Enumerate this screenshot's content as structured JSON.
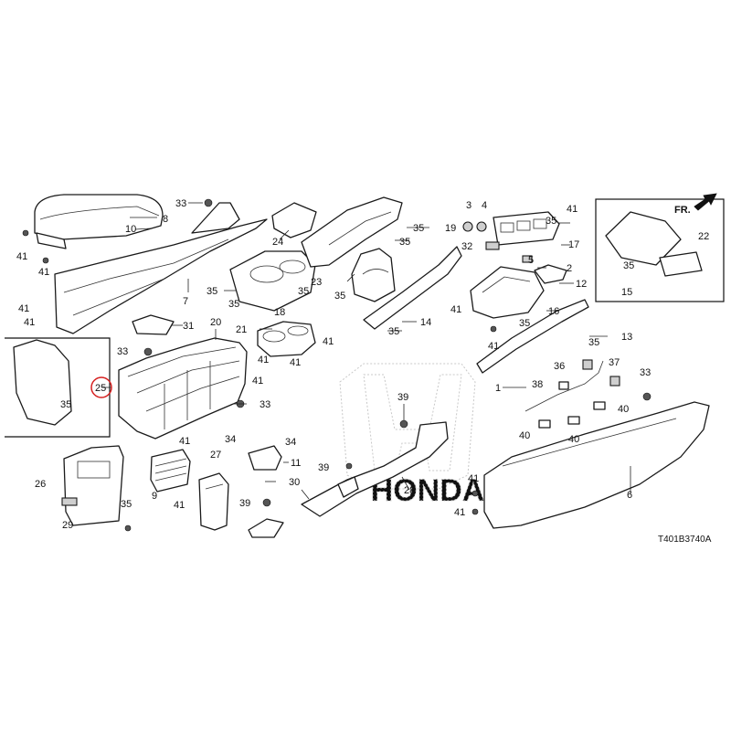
{
  "diagram_code": "T401B3740A",
  "front_arrow_label": "FR.",
  "highlight_color": "#d62020",
  "watermark": "HONDA",
  "callouts": [
    {
      "id": "c33a",
      "label": "33"
    },
    {
      "id": "c8",
      "label": "8"
    },
    {
      "id": "c10",
      "label": "10"
    },
    {
      "id": "c24",
      "label": "24"
    },
    {
      "id": "c35a",
      "label": "35"
    },
    {
      "id": "c19",
      "label": "19"
    },
    {
      "id": "c35b",
      "label": "35"
    },
    {
      "id": "c3",
      "label": "3"
    },
    {
      "id": "c4",
      "label": "4"
    },
    {
      "id": "c41a",
      "label": "41"
    },
    {
      "id": "c35c",
      "label": "35"
    },
    {
      "id": "c17",
      "label": "17"
    },
    {
      "id": "c32",
      "label": "32"
    },
    {
      "id": "c5",
      "label": "5"
    },
    {
      "id": "c2",
      "label": "2"
    },
    {
      "id": "c12",
      "label": "12"
    },
    {
      "id": "c41b",
      "label": "41"
    },
    {
      "id": "c41c",
      "label": "41"
    },
    {
      "id": "c7",
      "label": "7"
    },
    {
      "id": "c35d",
      "label": "35"
    },
    {
      "id": "c35e",
      "label": "35"
    },
    {
      "id": "c18",
      "label": "18"
    },
    {
      "id": "c35f",
      "label": "35"
    },
    {
      "id": "c23",
      "label": "23"
    },
    {
      "id": "c35g",
      "label": "35"
    },
    {
      "id": "c22",
      "label": "22"
    },
    {
      "id": "c35h",
      "label": "35"
    },
    {
      "id": "c15",
      "label": "15"
    },
    {
      "id": "c41d",
      "label": "41"
    },
    {
      "id": "c41e",
      "label": "41"
    },
    {
      "id": "c16",
      "label": "16"
    },
    {
      "id": "c35i",
      "label": "35"
    },
    {
      "id": "c41f",
      "label": "41"
    },
    {
      "id": "c31",
      "label": "31"
    },
    {
      "id": "c20",
      "label": "20"
    },
    {
      "id": "c21",
      "label": "21"
    },
    {
      "id": "c41g",
      "label": "41"
    },
    {
      "id": "c41h",
      "label": "41"
    },
    {
      "id": "c14",
      "label": "14"
    },
    {
      "id": "c35j",
      "label": "35"
    },
    {
      "id": "c13",
      "label": "13"
    },
    {
      "id": "c35k",
      "label": "35"
    },
    {
      "id": "c41i",
      "label": "41"
    },
    {
      "id": "c33b",
      "label": "33"
    },
    {
      "id": "c41j",
      "label": "41"
    },
    {
      "id": "c41k",
      "label": "41"
    },
    {
      "id": "c36",
      "label": "36"
    },
    {
      "id": "c37",
      "label": "37"
    },
    {
      "id": "c1",
      "label": "1"
    },
    {
      "id": "c38",
      "label": "38"
    },
    {
      "id": "c33c",
      "label": "33"
    },
    {
      "id": "c25",
      "label": "25"
    },
    {
      "id": "c35l",
      "label": "35"
    },
    {
      "id": "c39a",
      "label": "39"
    },
    {
      "id": "c40a",
      "label": "40"
    },
    {
      "id": "c40b",
      "label": "40"
    },
    {
      "id": "c40c",
      "label": "40"
    },
    {
      "id": "c33d",
      "label": "33"
    },
    {
      "id": "c34a",
      "label": "34"
    },
    {
      "id": "c34b",
      "label": "34"
    },
    {
      "id": "c41l",
      "label": "41"
    },
    {
      "id": "c11",
      "label": "11"
    },
    {
      "id": "c26",
      "label": "26"
    },
    {
      "id": "c27",
      "label": "27"
    },
    {
      "id": "c39b",
      "label": "39"
    },
    {
      "id": "c30",
      "label": "30"
    },
    {
      "id": "c9",
      "label": "9"
    },
    {
      "id": "c41m",
      "label": "41"
    },
    {
      "id": "c35m",
      "label": "35"
    },
    {
      "id": "c29",
      "label": "29"
    },
    {
      "id": "c39c",
      "label": "39"
    },
    {
      "id": "c28",
      "label": "28"
    },
    {
      "id": "c41n",
      "label": "41"
    },
    {
      "id": "c41o",
      "label": "41"
    },
    {
      "id": "c6",
      "label": "6"
    }
  ]
}
